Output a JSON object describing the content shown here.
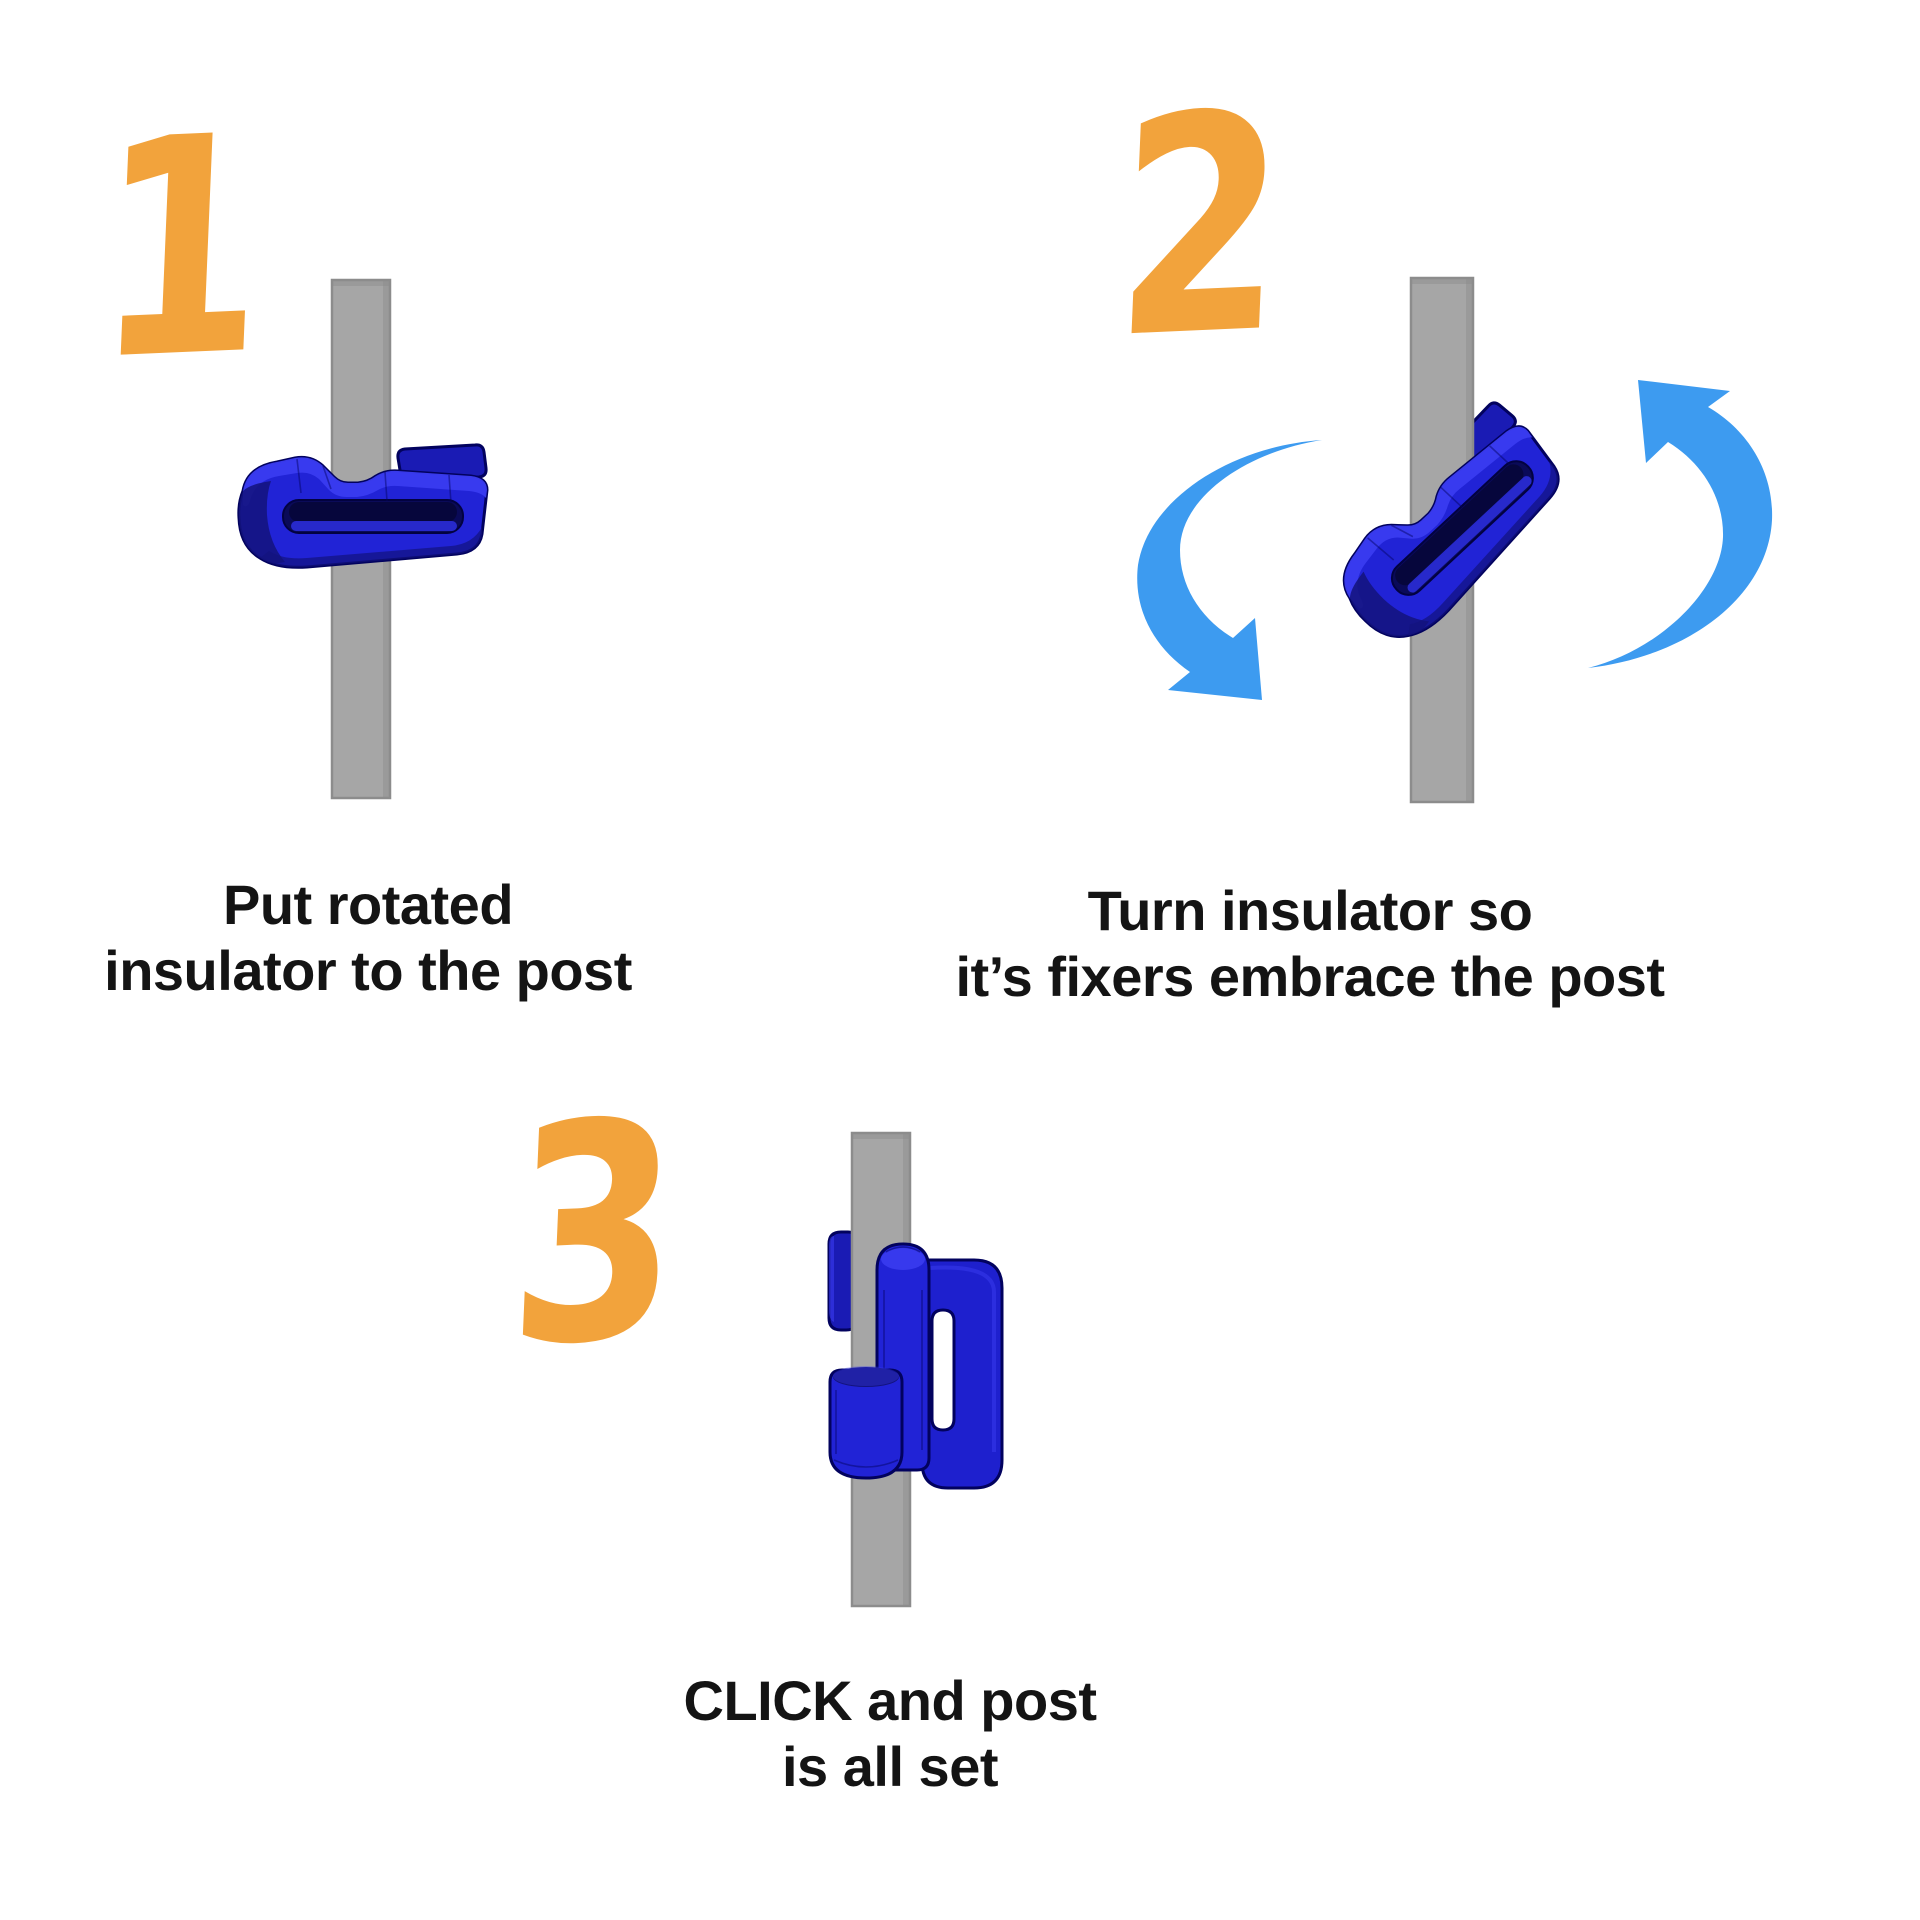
{
  "steps": [
    {
      "number": "1",
      "caption": [
        "Put rotated",
        "insulator to the post"
      ]
    },
    {
      "number": "2",
      "caption": [
        "Turn insulator so",
        "it’s fixers embrace the post"
      ]
    },
    {
      "number": "3",
      "caption": [
        "CLICK and post",
        "is all set"
      ]
    }
  ],
  "icons": {
    "left_arrow": "rotate-arrow-left-icon",
    "right_arrow": "rotate-arrow-right-icon"
  },
  "colors": {
    "bg": "#FFFFFF",
    "orange": "#F2A33C",
    "text": "#141414",
    "arrow": "#3D9BF0",
    "post": "#A6A6A6",
    "post_edge": "#8C8C8C",
    "ins_base": "#2123D6",
    "ins_base2": "#1E20CE",
    "ins_mid": "#1A1BB4",
    "ins_light": "#3A3CF0",
    "ins_dark": "#13137E",
    "ins_outline": "#02025E",
    "slot": "#0A0A58",
    "slot_inner": "#06063C",
    "slot_lip": "#2A2CD8"
  }
}
